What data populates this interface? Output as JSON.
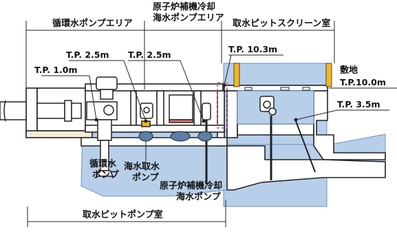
{
  "areas": {
    "circulating_pump_area": "循環水ポンプエリア",
    "rccw_seawater_pump_area_line1": "原子炉補機冷却",
    "rccw_seawater_pump_area_line2": "海水ポンプエリア",
    "intake_pit_screen_room": "取水ピットスクリーン室",
    "intake_pit_pump_room": "取水ピットポンプ室"
  },
  "elevations": {
    "tp_1_0": "T.P. 1.0m",
    "tp_2_5_left": "T.P. 2.5m",
    "tp_2_5_right": "T.P. 2.5m",
    "tp_10_3": "T.P. 10.3m",
    "site_label": "敷地",
    "tp_10_0": "T.P.10.0m",
    "tp_3_5": "T.P. 3.5m"
  },
  "pumps": {
    "circulating_line1": "循環水",
    "circulating_line2": "ポンプ",
    "seawater_intake_line1": "海水取水",
    "seawater_intake_line2": "ポンプ",
    "rccw_line1": "原子炉補機冷却",
    "rccw_line2": "海水ポンプ"
  },
  "colors": {
    "water": "#b8cfea",
    "water_edge": "#6f8fbf",
    "structure": "#ffffff",
    "outline": "#222222",
    "post": "#f2b81f",
    "dashed_box": "#c0508a"
  }
}
